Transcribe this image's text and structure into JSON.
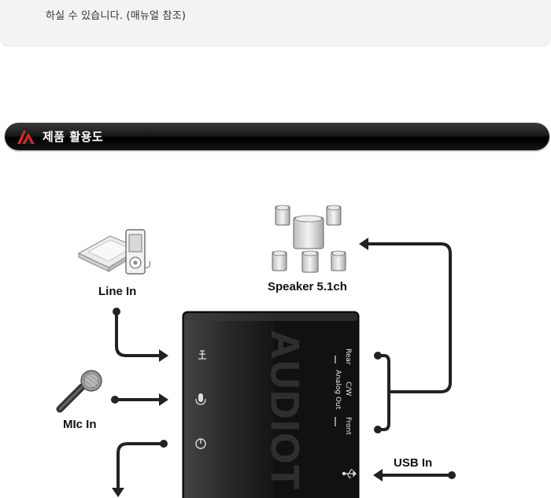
{
  "note": {
    "text": "하실 수 있습니다. (매뉴얼 참조)"
  },
  "section": {
    "title": "제품 활용도",
    "icon": "brand-logo-icon",
    "bar_color": "#111111",
    "icon_color": "#d42a2a"
  },
  "diagram": {
    "labels": {
      "line_in": "Line In",
      "mic_in": "MIc In",
      "speaker": "Speaker 5.1ch",
      "usb_in": "USB In"
    },
    "device": {
      "brand": "AUDIOT",
      "port_labels": {
        "rear": "Rear",
        "cw": "C/W",
        "front": "Front",
        "analog_out": "Analog Out"
      },
      "icons": [
        "line-in-jack-icon",
        "microphone-icon",
        "headphone-icon",
        "usb-icon"
      ]
    }
  }
}
